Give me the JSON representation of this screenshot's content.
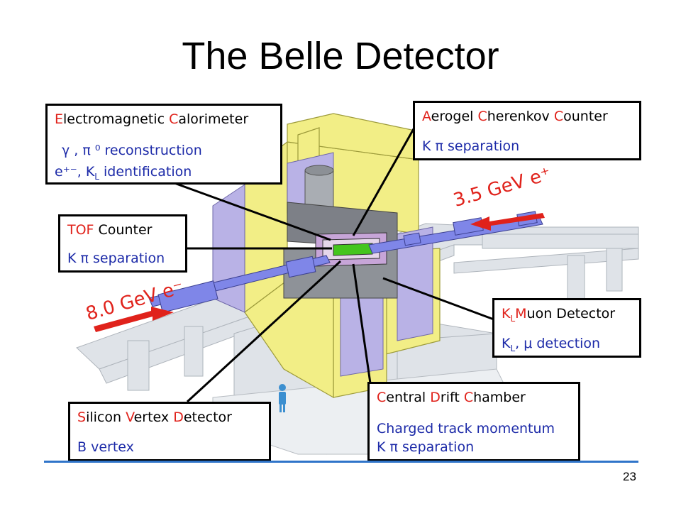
{
  "slide": {
    "title": "The Belle Detector",
    "page_number": "23"
  },
  "labels": {
    "ecl": {
      "title_parts": [
        "E",
        "lectromagnetic ",
        "C",
        "alorimeter"
      ],
      "line1": "γ , π ⁰ reconstruction",
      "line2": "e⁺⁻, K",
      "line2_sub": "L",
      "line2_tail": " identification"
    },
    "acc": {
      "title_parts": [
        "A",
        "erogel ",
        "C",
        "herenkov ",
        "C",
        "ounter"
      ],
      "line1": "K π  separation"
    },
    "tof": {
      "title_parts": [
        "TOF",
        " Counter"
      ],
      "line1": "K π  separation"
    },
    "klm": {
      "title_parts": [
        "K",
        "L",
        "M",
        "uon Detector"
      ],
      "line1": "K",
      "line1_sub": "L",
      "line1_tail": ",  μ  detection"
    },
    "cdc": {
      "title_parts": [
        "C",
        "entral ",
        "D",
        "rift ",
        "C",
        "hamber"
      ],
      "line1": "Charged track momentum",
      "line2": "K π  separation"
    },
    "svd": {
      "title_parts": [
        "S",
        "ilicon ",
        "V",
        "ertex ",
        "D",
        "etector"
      ],
      "line1": "B vertex"
    }
  },
  "beams": {
    "positron": "3.5 GeV e⁺",
    "electron": "8.0 GeV e⁻"
  },
  "colors": {
    "highlight_red": "#e0221b",
    "text_blue": "#1c2aa8",
    "footer_rule": "#2f74c9",
    "yoke_yellow": "#f2ee86",
    "endcap_lavender": "#b9b2e6",
    "beampipe_blue": "#7f86e8",
    "support_gray": "#d9dde2",
    "svd_green": "#44c51d"
  }
}
